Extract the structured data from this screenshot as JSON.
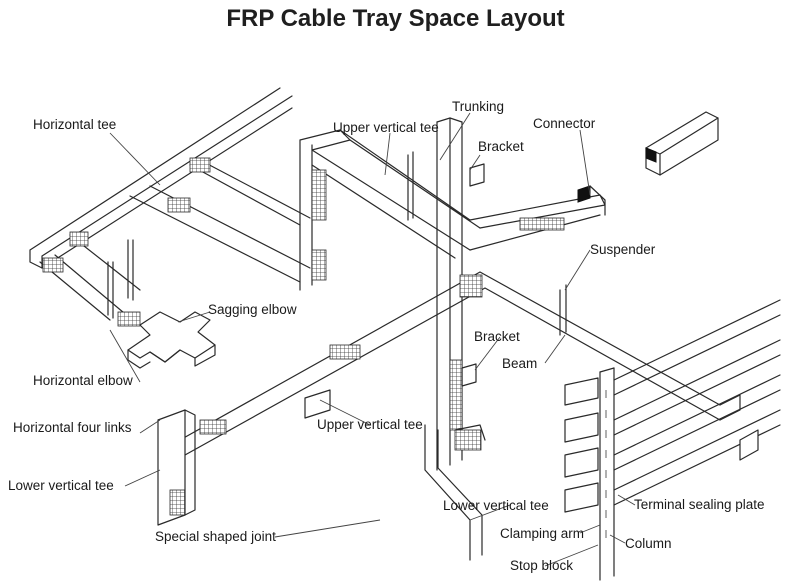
{
  "title": "FRP Cable Tray Space Layout",
  "labels": {
    "horizontal_tee": "Horizontal tee",
    "trunking": "Trunking",
    "upper_vertical_tee_top": "Upper vertical tee",
    "bracket_top": "Bracket",
    "connector": "Connector",
    "suspender": "Suspender",
    "sagging_elbow": "Sagging elbow",
    "bracket_mid": "Bracket",
    "beam": "Beam",
    "horizontal_elbow": "Horizontal elbow",
    "upper_vertical_tee_bottom": "Upper vertical tee",
    "horizontal_four_links": "Horizontal four links",
    "lower_vertical_tee_left": "Lower vertical tee",
    "lower_vertical_tee_right": "Lower vertical tee",
    "terminal_sealing_plate": "Terminal sealing plate",
    "special_shaped_joint": "Special shaped joint",
    "clamping_arm": "Clamping arm",
    "column": "Column",
    "stop_block": "Stop block"
  }
}
